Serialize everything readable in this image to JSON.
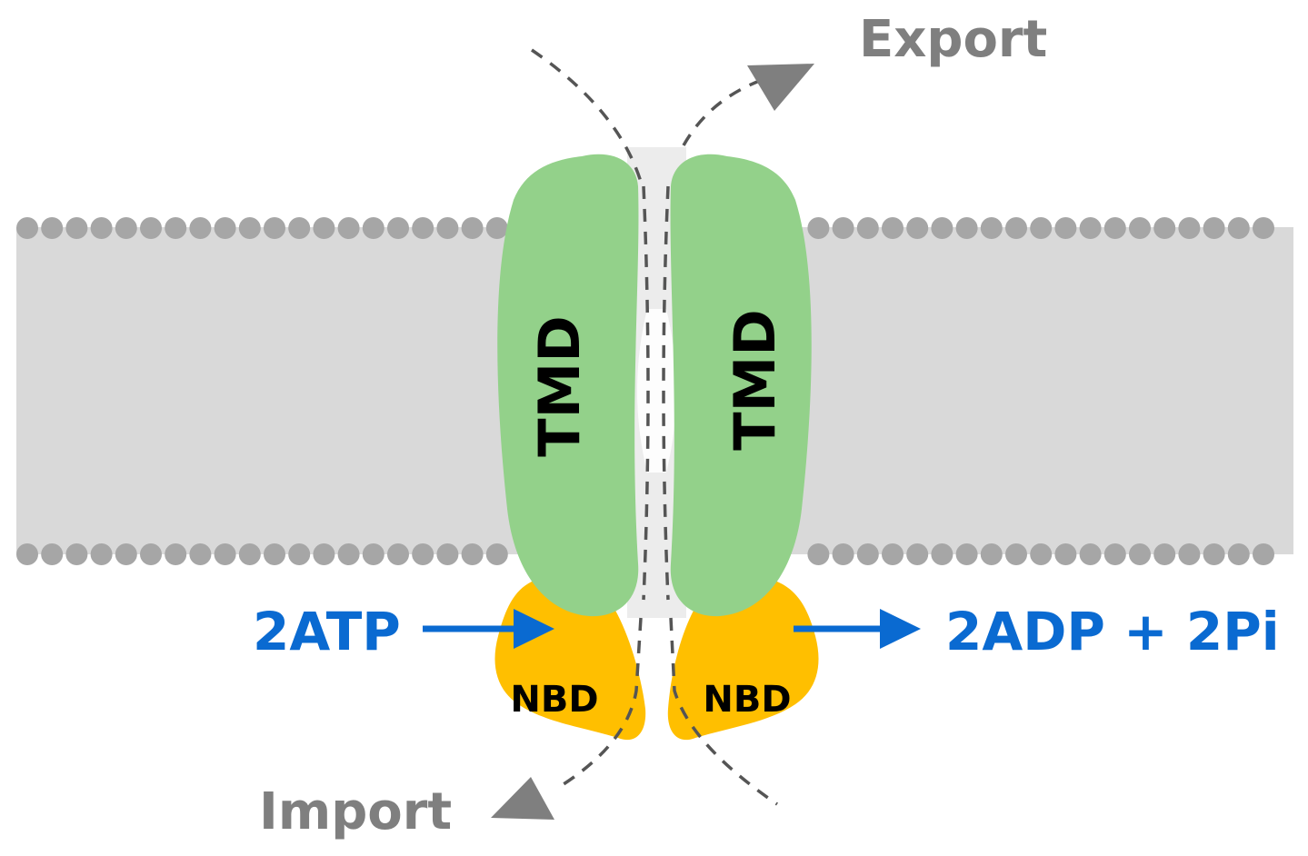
{
  "labels": {
    "export": "Export",
    "import": "Import",
    "tmd_left": "TMD",
    "tmd_right": "TMD",
    "nbd_left": "NBD",
    "nbd_right": "NBD",
    "atp": "2ATP",
    "products": "2ADP + 2Pi"
  },
  "colors": {
    "membrane": "#d9d9d9",
    "lipid_head": "#a6a6a6",
    "tmd": "#93d18a",
    "nbd": "#ffbf00",
    "reaction_text": "#0a6ad1",
    "reaction_arrow": "#0a6ad1",
    "transport_text": "#7f7f7f",
    "transport_arrow": "#7f7f7f",
    "label_text": "#000000",
    "channel": "#ececec"
  }
}
